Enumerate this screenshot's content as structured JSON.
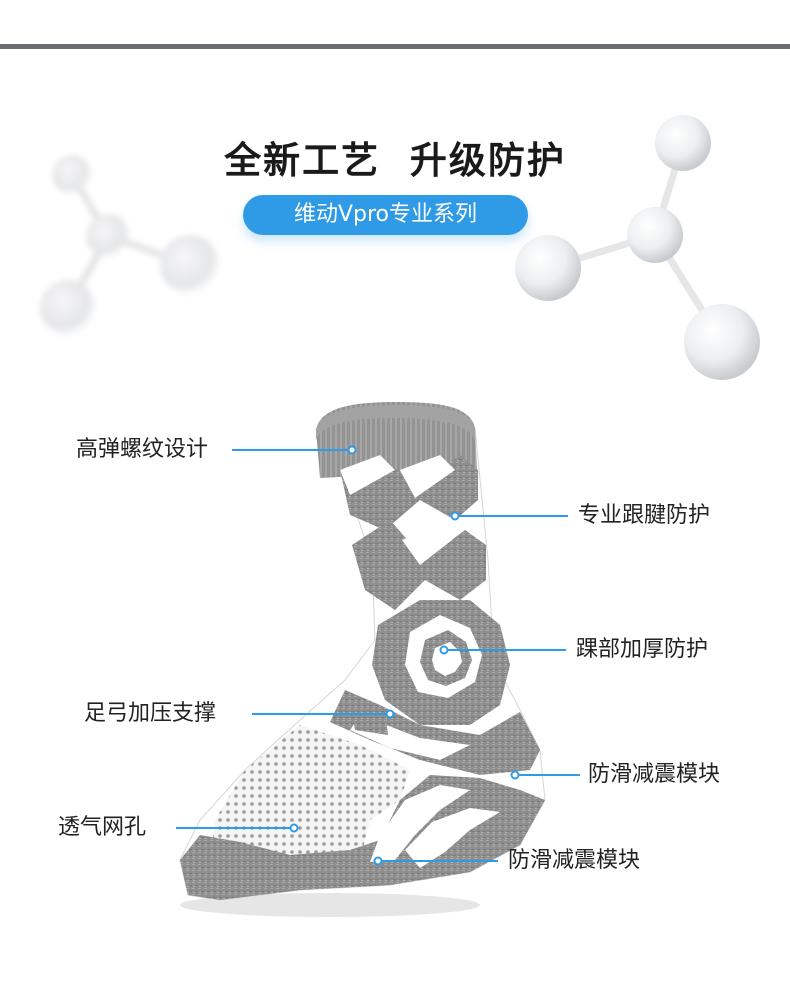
{
  "header": {
    "title": "全新工艺  升级防护",
    "subtitle": "维动Vpro专业系列"
  },
  "colors": {
    "accent": "#2f9be6",
    "bar": "#6b6b70",
    "text": "#222222"
  },
  "callouts": [
    {
      "label": "高弹螺纹设计"
    },
    {
      "label": "专业跟腱防护"
    },
    {
      "label": "踝部加厚防护"
    },
    {
      "label": "足弓加压支撑"
    },
    {
      "label": "防滑减震模块"
    },
    {
      "label": "透气网孔"
    },
    {
      "label": "防滑减震模块"
    }
  ]
}
